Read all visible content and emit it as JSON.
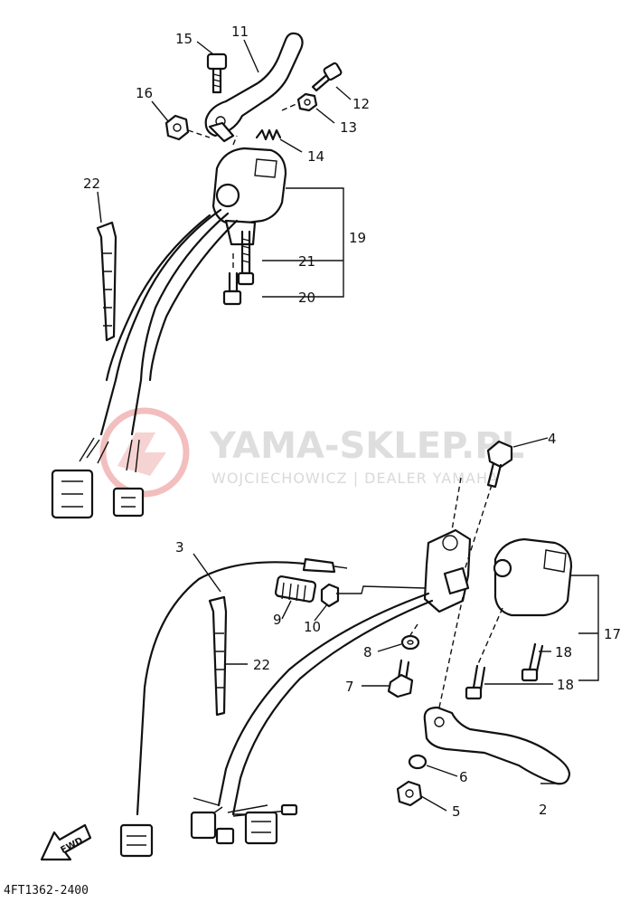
{
  "watermark": {
    "brand": "YAMA-SKLEP.PL",
    "subtitle": "WOJCIECHOWICZ | DEALER YAMAHA",
    "logo_color": "#e88a8a"
  },
  "diagram_code": "4FT1362-2400",
  "fwd_label": "FWD",
  "callouts": {
    "p2": "2",
    "p3": "3",
    "p4": "4",
    "p5": "5",
    "p6": "6",
    "p7": "7",
    "p8": "8",
    "p9": "9",
    "p10": "10",
    "p11": "11",
    "p12": "12",
    "p13": "13",
    "p14": "14",
    "p15": "15",
    "p16": "16",
    "p17": "17",
    "p18a": "18",
    "p18b": "18",
    "p19": "19",
    "p20": "20",
    "p21": "21",
    "p22a": "22",
    "p22b": "22"
  }
}
